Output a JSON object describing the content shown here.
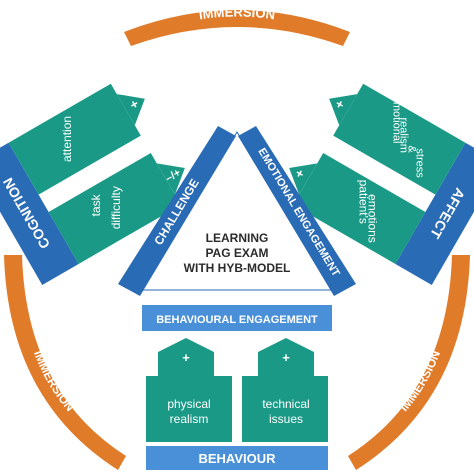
{
  "colors": {
    "orange": "#e07b2a",
    "blue": "#2a6bb5",
    "light_blue": "#4a90d9",
    "green": "#1a9a86",
    "white": "#ffffff",
    "dark_text": "#2b2b2b"
  },
  "immersion": {
    "top": "IMMERSION",
    "left": "IMMERSION",
    "right": "IMMERSION"
  },
  "cognition": {
    "title": "COGNITION",
    "items": [
      {
        "label": "attention",
        "sign": "+"
      },
      {
        "label_line1": "task",
        "label_line2": "difficulty",
        "sign": "–/+"
      }
    ]
  },
  "affect": {
    "title": "AFFECT",
    "items": [
      {
        "label_line1": "emotional",
        "label_line2": "realism",
        "label_line3": "&",
        "label_line4": "stress",
        "sign": "+"
      },
      {
        "label_line1": "patient's",
        "label_line2": "emotions",
        "sign": "+"
      }
    ]
  },
  "behaviour": {
    "title": "BEHAVIOUR",
    "items": [
      {
        "label_line1": "physical",
        "label_line2": "realism",
        "sign": "+"
      },
      {
        "label_line1": "technical",
        "label_line2": "issues",
        "sign": "+"
      }
    ]
  },
  "triangle": {
    "left_side": "CHALLENGE",
    "right_side": "EMOTIONAL ENGAGEMENT",
    "bottom_side": "BEHAVIOURAL ENGAGEMENT",
    "center_line1": "LEARNING",
    "center_line2": "PAG EXAM",
    "center_line3": "WITH HYB-MODEL"
  }
}
